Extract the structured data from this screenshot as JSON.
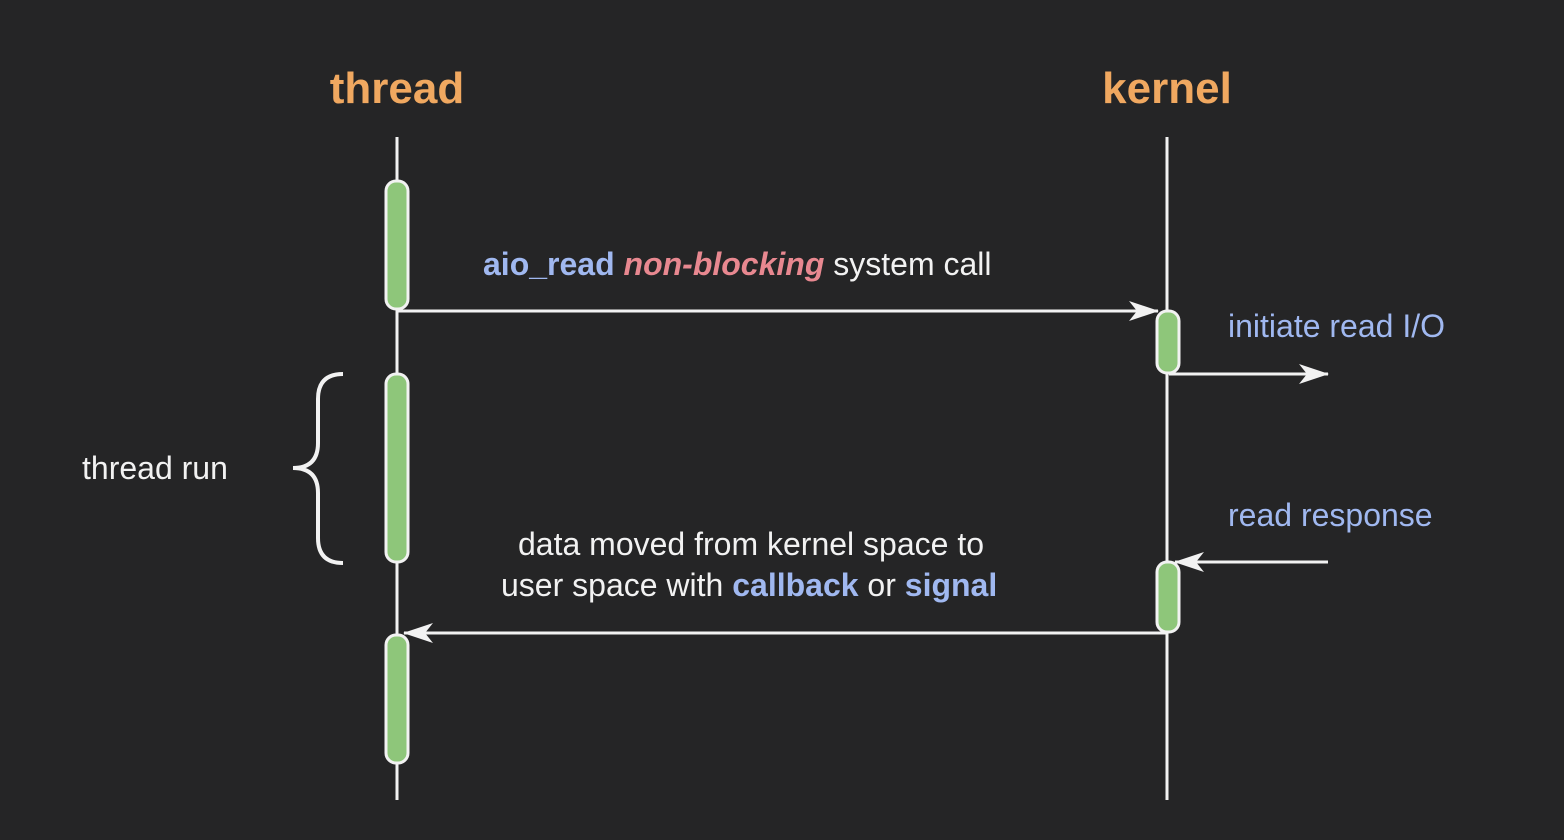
{
  "colors": {
    "background": "#252526",
    "title": "#f0a860",
    "highlight_blue": "#a0b8f0",
    "highlight_red": "#e88890",
    "activation_bar": "#8ec67a",
    "line": "#f2f2f2"
  },
  "participants": {
    "thread": "thread",
    "kernel": "kernel"
  },
  "messages": {
    "syscall": {
      "function": "aio_read",
      "mode": "non-blocking",
      "rest": "system call"
    },
    "initiate": "initiate read I/O",
    "response": "read response",
    "callback": {
      "line1": "data moved from kernel space to",
      "line2_prefix": "user space with",
      "callback": "callback",
      "or": "or",
      "signal": "signal"
    }
  },
  "annotations": {
    "thread_run": "thread run"
  }
}
